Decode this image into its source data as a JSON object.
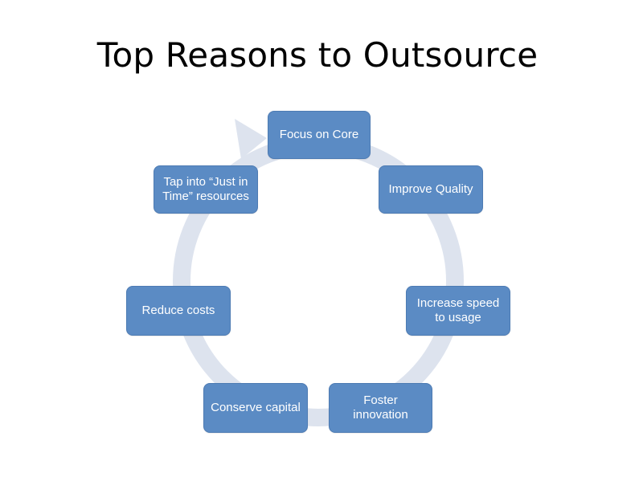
{
  "title": "Top Reasons to Outsource",
  "colors": {
    "node_fill": "#5b8bc4",
    "node_border": "#4d7bb3",
    "ring": "#dde3ee",
    "text": "#ffffff"
  },
  "cycle": {
    "direction": "clockwise",
    "nodes": [
      {
        "label": "Focus on Core"
      },
      {
        "label": "Improve Quality"
      },
      {
        "label": "Increase speed to usage"
      },
      {
        "label": "Foster innovation"
      },
      {
        "label": "Conserve capital"
      },
      {
        "label": "Reduce costs"
      },
      {
        "label": "Tap into “Just in Time” resources"
      }
    ]
  }
}
